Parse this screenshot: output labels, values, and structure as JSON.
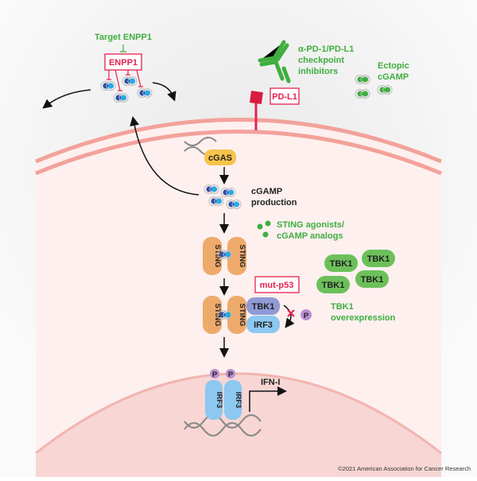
{
  "labels": {
    "target_enpp1": "Target ENPP1",
    "enpp1": "ENPP1",
    "checkpoint": [
      "α-PD-1/PD-L1",
      "checkpoint",
      "inhibitors"
    ],
    "ectopic": [
      "Ectopic",
      "cGAMP"
    ],
    "pdl1": "PD-L1",
    "cgas": "cGAS",
    "cgamp_production": [
      "cGAMP",
      "production"
    ],
    "sting_agonists": [
      "STING agonists/",
      "cGAMP analogs"
    ],
    "sting": "STING",
    "mut_p53": "mut-p53",
    "tbk1": "TBK1",
    "irf3": "IRF3",
    "p": "P",
    "tbk1_overexpression": [
      "TBK1",
      "overexpression"
    ],
    "ifn": "IFN-I",
    "copyright": "©2021 American Association for Cancer Research"
  },
  "colors": {
    "green": "#3fae3f",
    "red": "#e8204f",
    "sting": "#eeaa6a",
    "tbk1": "#8f9ad6",
    "irf3": "#8cc8f0",
    "membrane": "#f2a29a",
    "cytoplasm": "#fdf0ef",
    "cgamp_dark": "#2a4fa8",
    "cgamp_light": "#2aa8e8"
  }
}
